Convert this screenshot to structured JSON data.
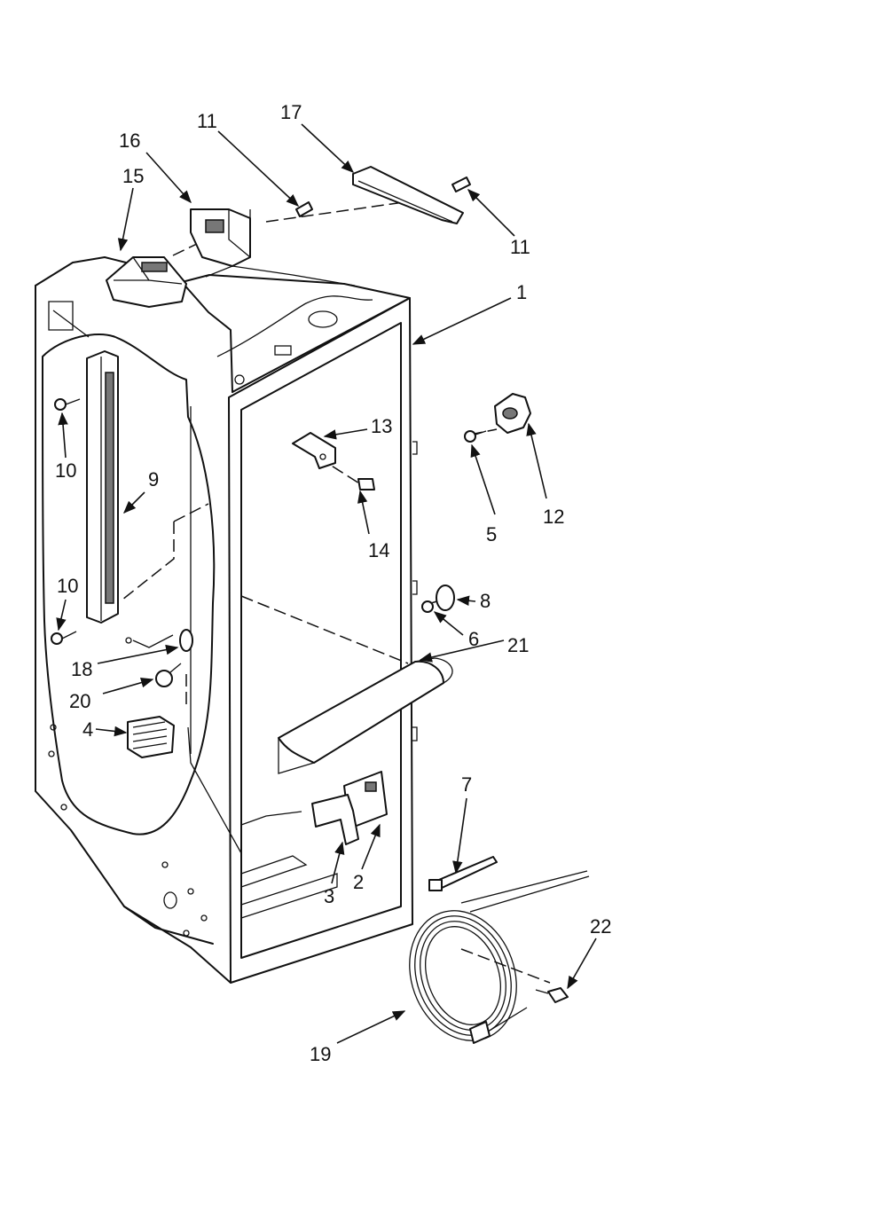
{
  "callouts": {
    "c1": "1",
    "c2": "2",
    "c3": "3",
    "c4": "4",
    "c5": "5",
    "c6": "6",
    "c7": "7",
    "c8": "8",
    "c9": "9",
    "c10a": "10",
    "c10b": "10",
    "c11a": "11",
    "c11b": "11",
    "c12": "12",
    "c13": "13",
    "c14": "14",
    "c15": "15",
    "c16": "16",
    "c17": "17",
    "c18": "18",
    "c19": "19",
    "c20": "20",
    "c21": "21",
    "c22": "22"
  }
}
